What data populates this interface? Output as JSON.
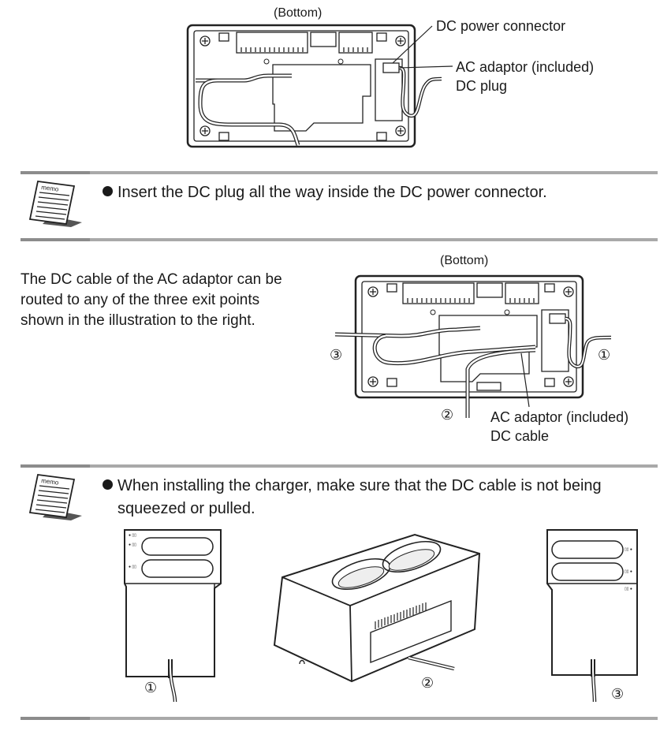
{
  "diagram1": {
    "title": "(Bottom)",
    "labels": {
      "dc_power_connector": "DC power connector",
      "ac_adaptor": "AC adaptor (included)",
      "dc_plug": "DC plug"
    }
  },
  "memo1": {
    "icon_text": "memo",
    "text": "Insert the DC plug all the way inside the DC power connector."
  },
  "routing": {
    "paragraph_line1": "The DC cable of the AC adaptor can be",
    "paragraph_line2": "routed to any of the three exit points",
    "paragraph_line3": "shown in the illustration to the right."
  },
  "diagram2": {
    "title": "(Bottom)",
    "exit1": "①",
    "exit2": "②",
    "exit3": "③",
    "labels": {
      "ac_adaptor": "AC adaptor (included)",
      "dc_cable": "DC cable"
    }
  },
  "memo2": {
    "icon_text": "memo",
    "text_line1": "When installing the charger, make sure that the DC cable is not being",
    "text_line2": "squeezed or pulled."
  },
  "chargers": {
    "left_num": "①",
    "middle_num": "②",
    "right_num": "③"
  }
}
